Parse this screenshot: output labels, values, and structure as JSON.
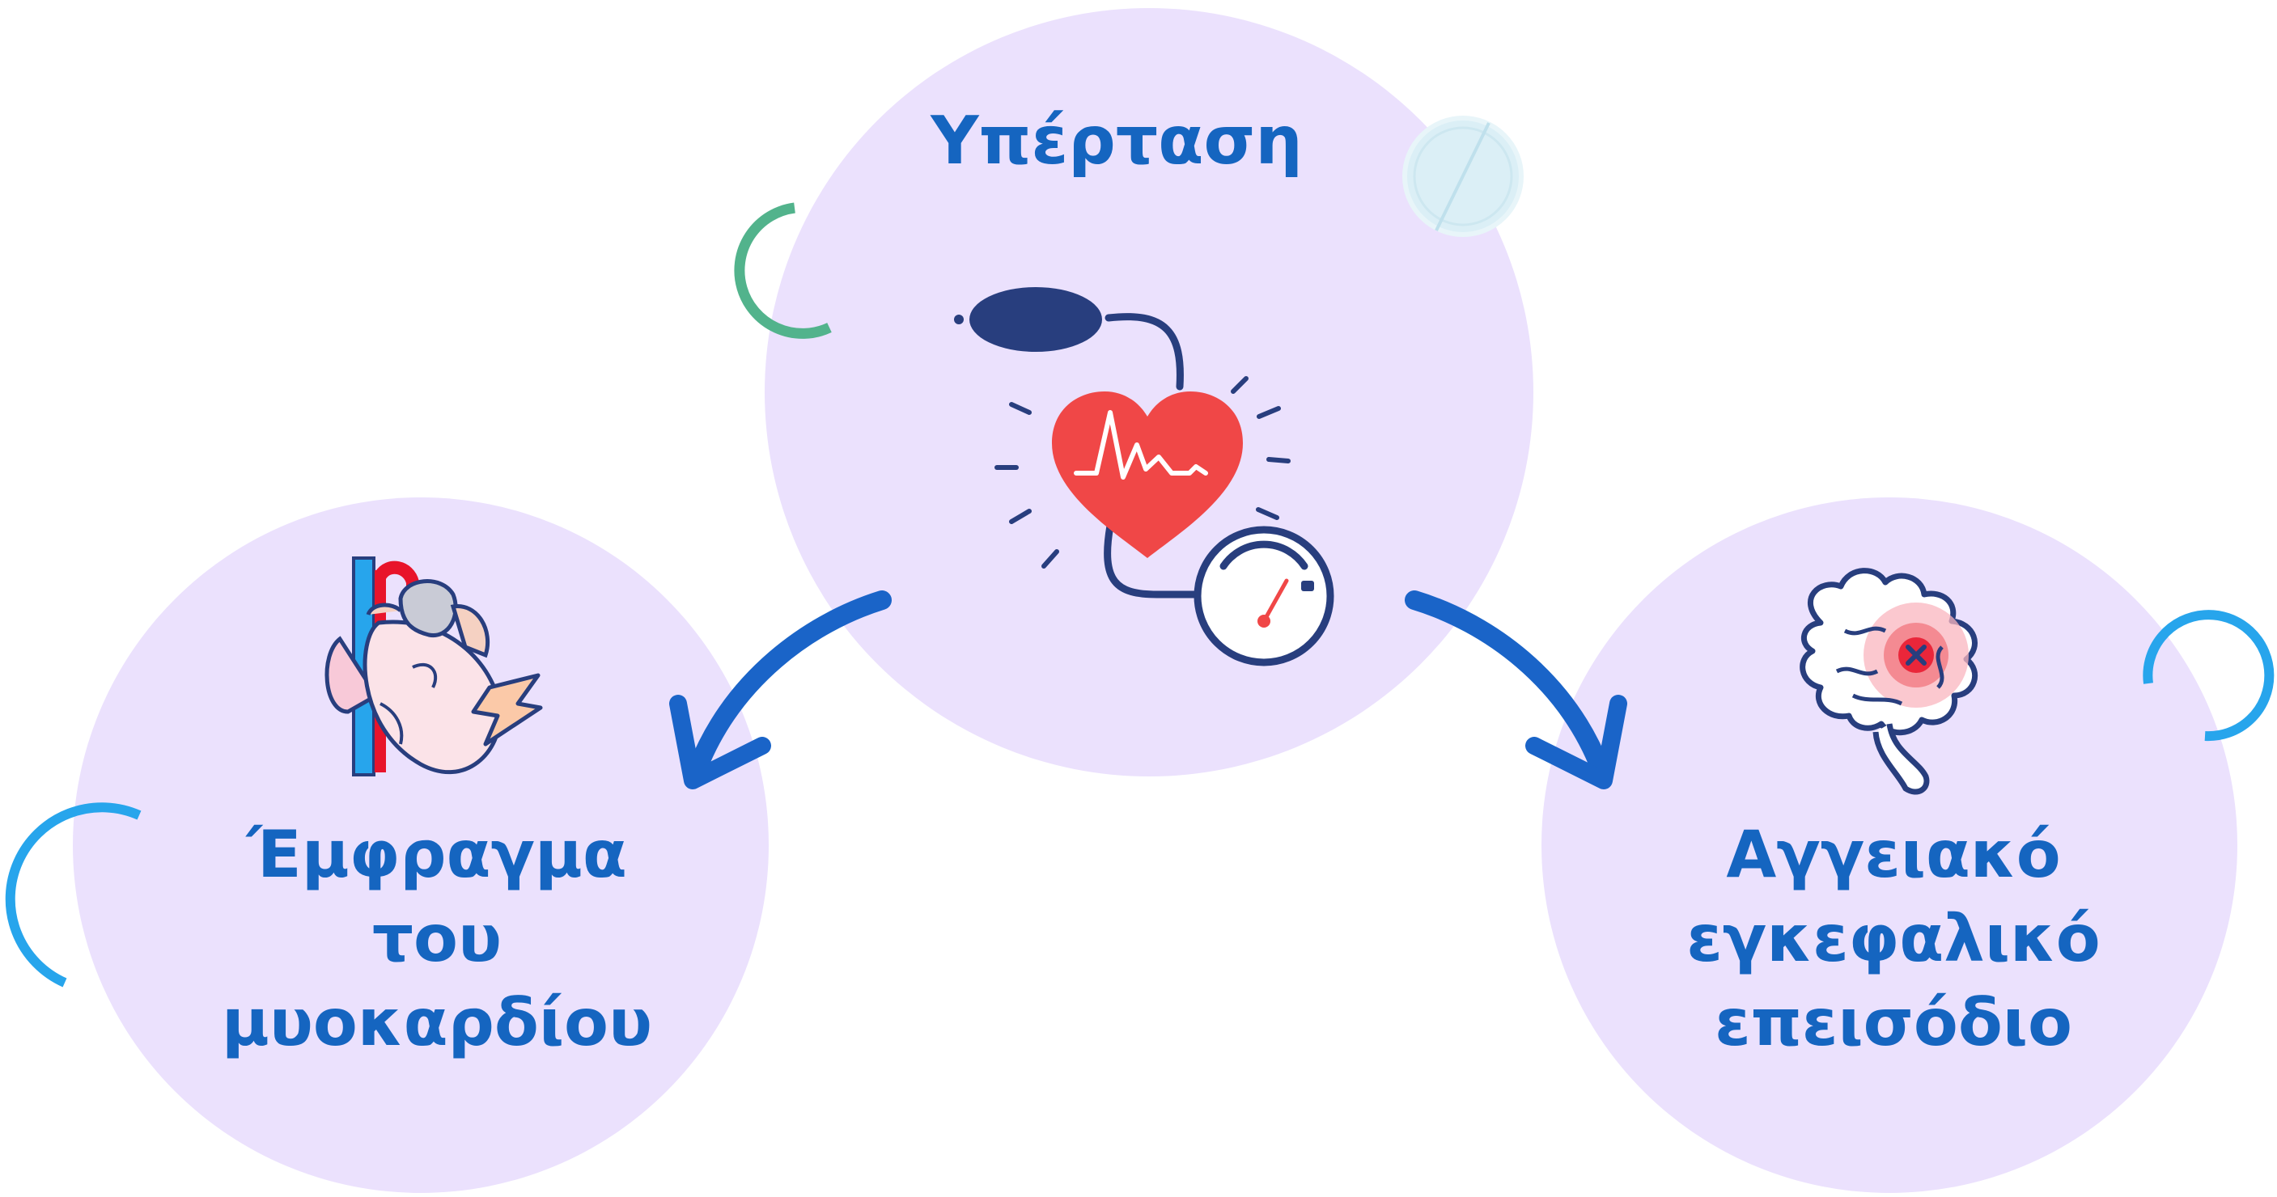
{
  "nodes": {
    "top": {
      "label_lines": [
        "Υπέρταση"
      ]
    },
    "left": {
      "label_lines": [
        "Έμφραγμα",
        "του",
        "μυοκαρδίου"
      ]
    },
    "right": {
      "label_lines": [
        "Αγγειακό",
        "εγκεφαλικό",
        "επεισόδιο"
      ]
    }
  },
  "colors": {
    "circle_fill": "#ebe1fd",
    "label_text": "#1565c0",
    "arrow": "#1a64c8",
    "ring_green": "#52b38c",
    "ring_blue": "#27a5ec",
    "pill": "#dbeff6",
    "heart": "#f04747",
    "navy": "#283e7e"
  },
  "icons": [
    "blood-pressure-monitor-icon",
    "heart-anatomy-icon",
    "brain-stroke-icon",
    "pill-icon"
  ]
}
